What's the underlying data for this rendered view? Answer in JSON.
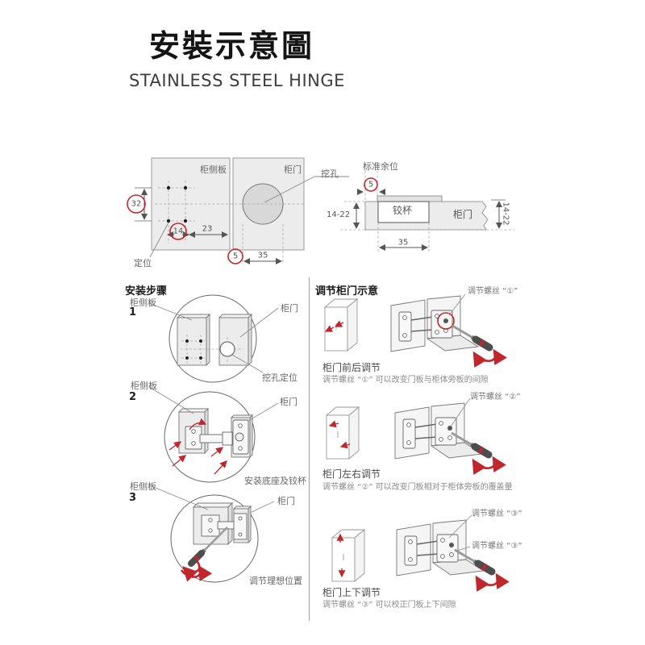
{
  "header": {
    "title": "安裝示意圖",
    "subtitle": "STAINLESS STEEL HINGE"
  },
  "front_view": {
    "side_panel": "柜侧板",
    "door": "柜门",
    "locate": "定位",
    "hole": "挖孔",
    "dim_32": "32",
    "dim_14": "14",
    "dim_23": "23",
    "dim_5": "5",
    "dim_35": "35"
  },
  "side_view": {
    "clearance": "标准余位",
    "dim_5": "5",
    "dim_depth_left": "14-22",
    "cup": "铰杯",
    "door": "柜门",
    "dim_depth_right": "14-22",
    "dim_35": "35"
  },
  "steps": {
    "header": "安装步骤",
    "items": [
      {
        "num": "1",
        "side_panel": "柜侧板",
        "door": "柜门",
        "note": "挖孔定位"
      },
      {
        "num": "2",
        "side_panel": "柜侧板",
        "door": "柜门",
        "note": "安装底座及铰杯"
      },
      {
        "num": "3",
        "side_panel": "柜侧板",
        "door": "柜门",
        "note": "调节理想位置"
      }
    ]
  },
  "adjustments": {
    "header": "调节柜门示意",
    "items": [
      {
        "screw": "调节螺丝 “①”",
        "caption": "柜门前后调节",
        "desc": "调节螺丝 “①” 可以改变门板与柜体旁板的间隙"
      },
      {
        "screw": "调节螺丝 “②”",
        "caption": "柜门左右调节",
        "desc": "调节螺丝 “②” 可以改变门板相对于柜体旁板的覆盖量"
      },
      {
        "screw": "调节螺丝 “③”",
        "screw2": "调节螺丝 “③”",
        "caption": "柜门上下调节",
        "desc": "调节螺丝 “③” 可以校正门板上下间隙"
      }
    ]
  },
  "colors": {
    "accent": "#c0272d",
    "panel_fill": "#ececec",
    "line": "#8c8c8c",
    "label_text": "#666666"
  }
}
